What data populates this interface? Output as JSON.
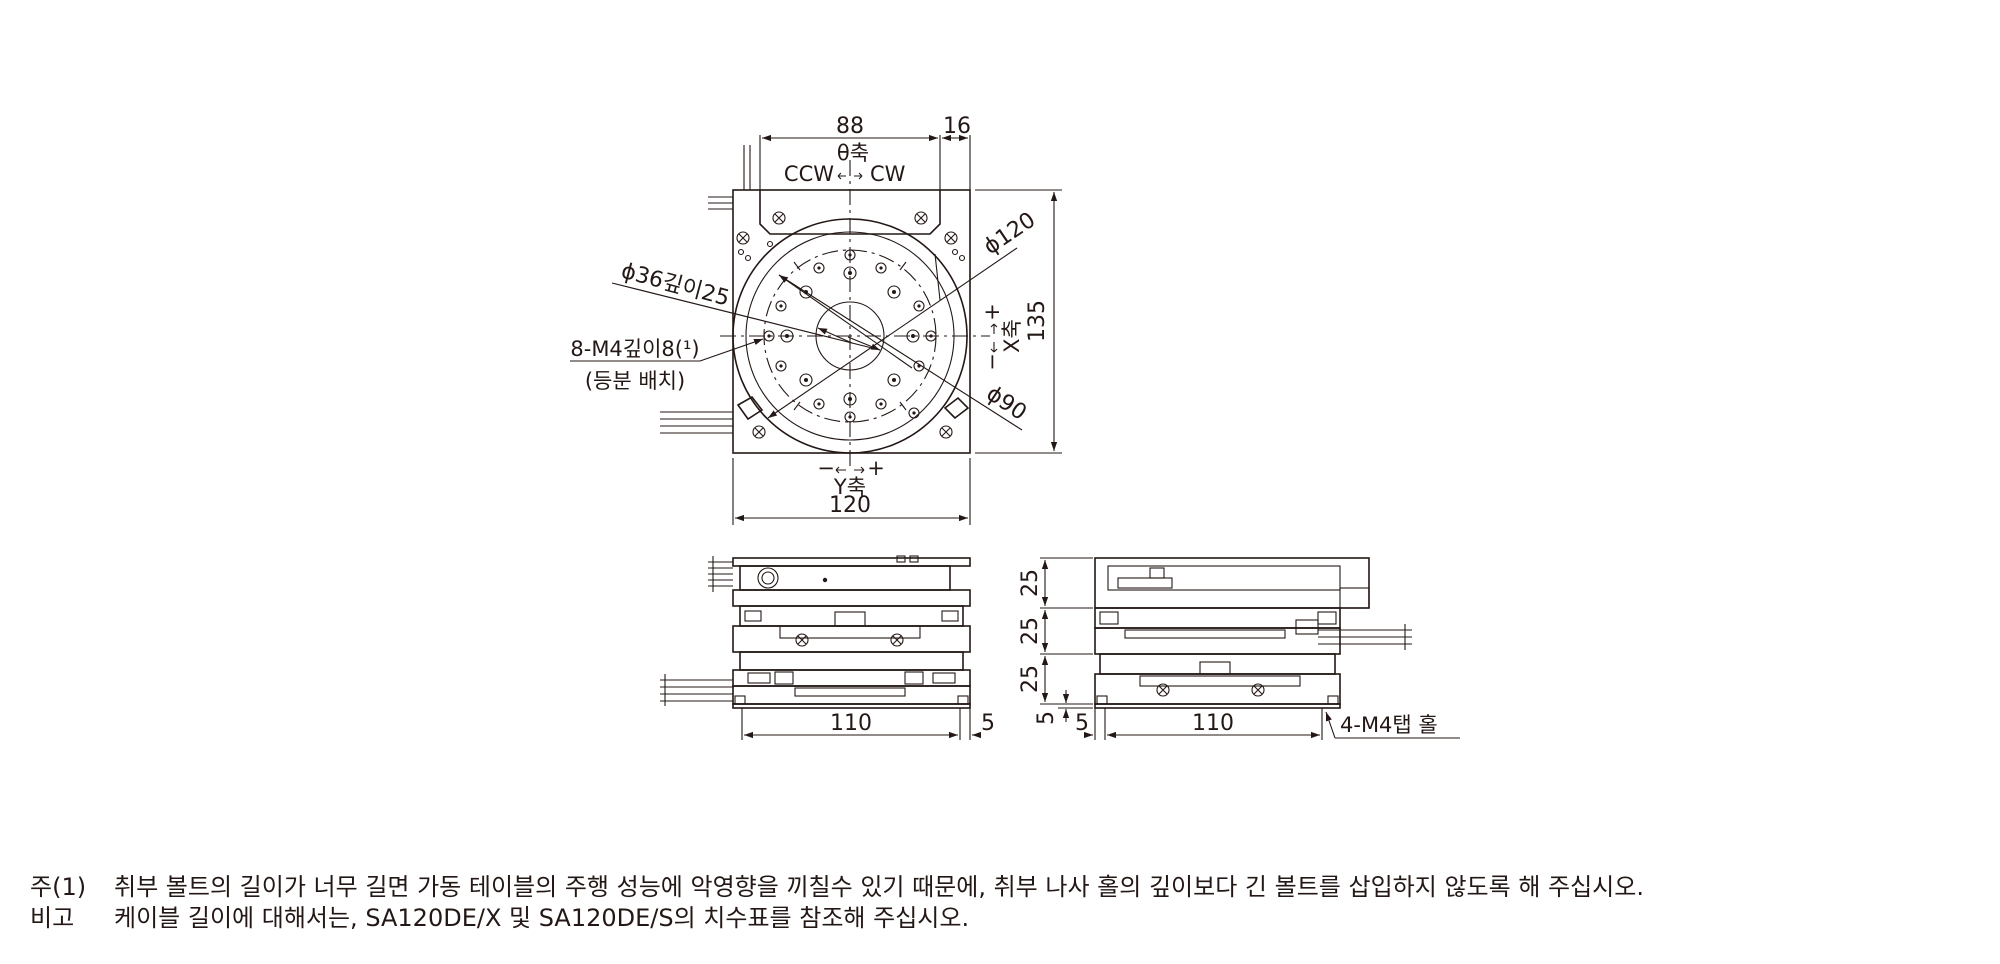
{
  "top_view": {
    "dim_88": "88",
    "dim_16": "16",
    "theta_axis": "θ축",
    "ccw": "CCW",
    "cw": "CW",
    "dia_120": "ϕ120",
    "dia_90": "ϕ90",
    "hole_label": "ϕ36깊이25",
    "tap_label": "8-M4깊이8(¹)",
    "tap_note": "(등분 배치)",
    "x_axis": "X축",
    "x_minus": "−",
    "x_plus": "+",
    "y_axis": "Y축",
    "y_minus": "−",
    "y_plus": "+",
    "dim_135": "135",
    "dim_120": "120"
  },
  "front_view": {
    "dim_110": "110",
    "dim_5": "5"
  },
  "side_view": {
    "dim_25_top": "25",
    "dim_25_mid": "25",
    "dim_25_bot": "25",
    "dim_5_height": "5",
    "dim_5_left": "5",
    "dim_110": "110",
    "tap_label": "4-M4탭 홀"
  },
  "notes": [
    {
      "key": "주(1)",
      "text": "취부 볼트의 길이가 너무 길면 가동 테이블의 주행 성능에 악영향을 끼칠수 있기 때문에, 취부 나사 홀의 깊이보다 긴 볼트를 삽입하지 않도록 해 주십시오."
    },
    {
      "key": "비고",
      "text": "케이블 길이에 대해서는, SA120DE/X 및 SA120DE/S의 치수표를 참조해 주십시오."
    }
  ]
}
